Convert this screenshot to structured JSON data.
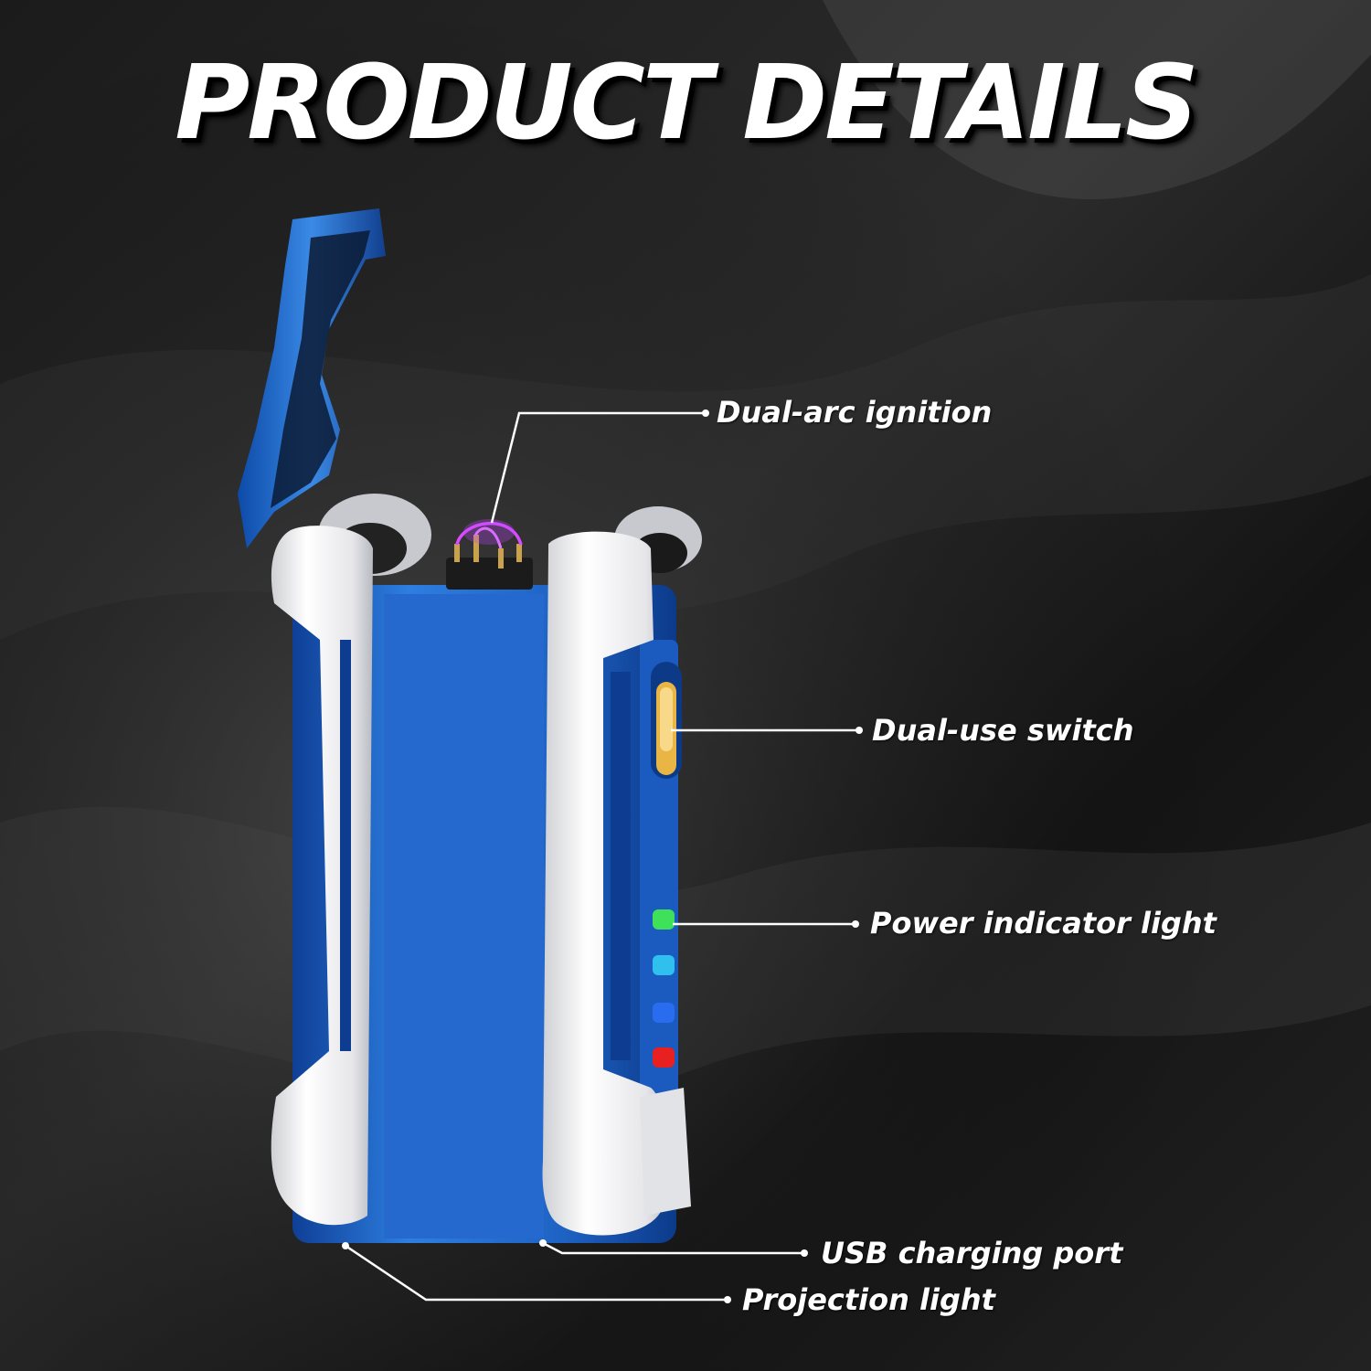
{
  "header": {
    "title": "PRODUCT DETAILS"
  },
  "callouts": {
    "ignition": "Dual-arc ignition",
    "switch": "Dual-use switch",
    "power": "Power indicator light",
    "usb": "USB charging port",
    "projection": "Projection light"
  },
  "colors": {
    "body_blue": "#1f63c4",
    "chrome": "#e9e9ec",
    "arc": "#d94bff",
    "switch_amber": "#e9b544",
    "led_green": "#3fe05a",
    "led_cyan": "#2fc0f0",
    "led_blue": "#2a6cf0",
    "led_red": "#e8201f"
  }
}
